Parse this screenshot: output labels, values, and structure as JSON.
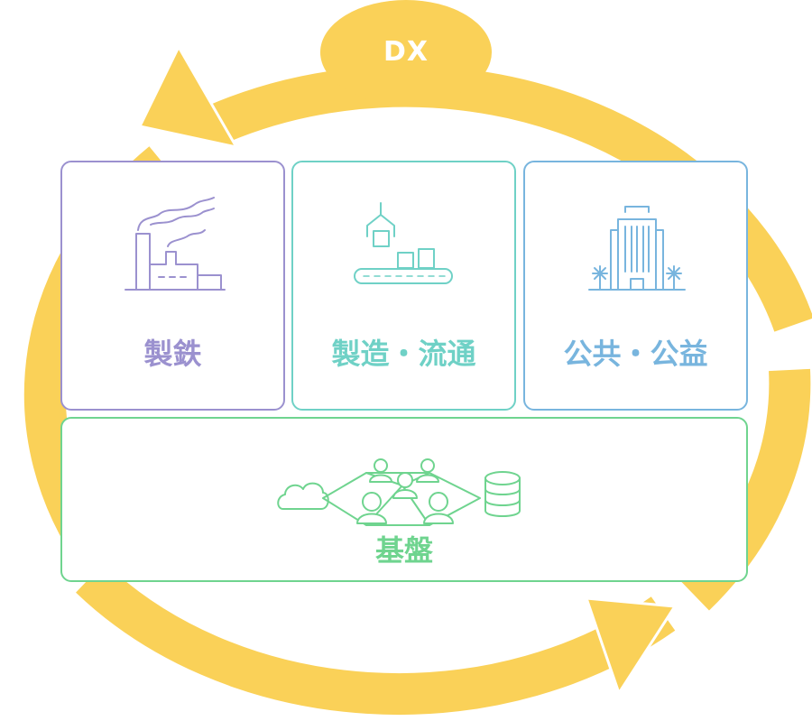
{
  "cycle": {
    "label": "DX",
    "color": "#fad158"
  },
  "sectors": [
    {
      "label": "製鉄",
      "icon": "factory-icon",
      "color": "#9b91cf"
    },
    {
      "label": "製造・流通",
      "icon": "conveyor-icon",
      "color": "#6fd1c6"
    },
    {
      "label": "公共・公益",
      "icon": "building-icon",
      "color": "#78b5de"
    }
  ],
  "foundation": {
    "label": "基盤",
    "icon": "network-icon",
    "color": "#6fd48f"
  }
}
